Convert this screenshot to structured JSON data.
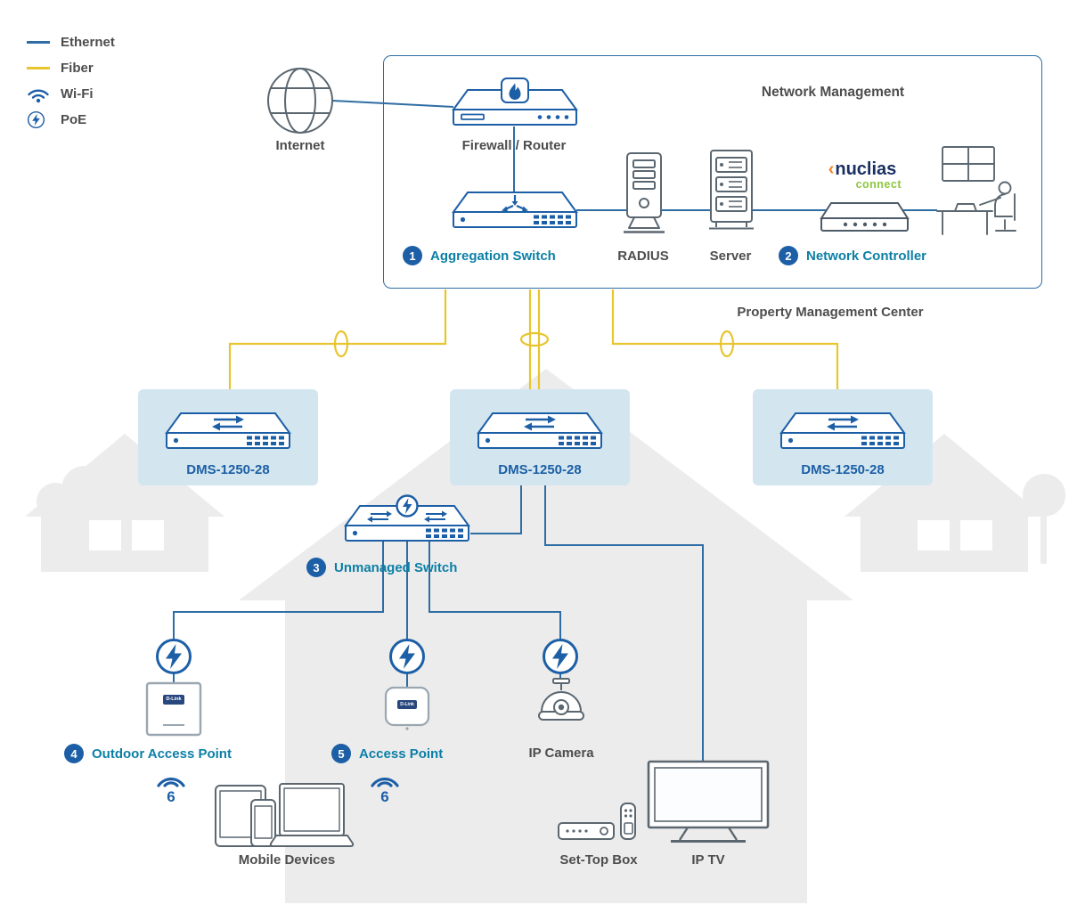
{
  "legend": {
    "items": [
      {
        "label": "Ethernet"
      },
      {
        "label": "Fiber"
      },
      {
        "label": "Wi-Fi"
      },
      {
        "label": "PoE"
      }
    ]
  },
  "management": {
    "title": "Network Management",
    "internet": "Internet",
    "firewall": "Firewall / Router",
    "aggregation": {
      "badge": "1",
      "label": "Aggregation Switch"
    },
    "radius": "RADIUS",
    "server": "Server",
    "controller": {
      "badge": "2",
      "label": "Network Controller"
    },
    "nuclias": {
      "chevron": "‹",
      "name": "nuclias",
      "sub": "connect"
    }
  },
  "property": {
    "label": "Property Management Center"
  },
  "switches": {
    "dms": [
      {
        "label": "DMS-1250-28"
      },
      {
        "label": "DMS-1250-28"
      },
      {
        "label": "DMS-1250-28"
      }
    ],
    "unmanaged": {
      "badge": "3",
      "label": "Unmanaged Switch"
    }
  },
  "edge": {
    "outdoor_ap": {
      "badge": "4",
      "label": "Outdoor Access Point",
      "device": "D-Link"
    },
    "access_point": {
      "badge": "5",
      "label": "Access Point",
      "device": "D-Link"
    },
    "ip_camera": {
      "label": "IP Camera"
    },
    "wifi6": {
      "badge": "6"
    },
    "mobile": {
      "label": "Mobile Devices"
    },
    "settop": {
      "label": "Set-Top Box"
    },
    "iptv": {
      "label": "IP TV"
    }
  },
  "colors": {
    "ethernet": "#2e6da4",
    "fiber": "#e8c52e",
    "device_blue": "#1d5fa6",
    "teal_label": "#0c7fa6",
    "gray_text": "#4d4d4d",
    "highlight_box": "#d3e6f0",
    "house": "#ececec",
    "nuclias_navy": "#1b2f63",
    "nuclias_green": "#8cc63f",
    "nuclias_orange": "#f5821f"
  }
}
